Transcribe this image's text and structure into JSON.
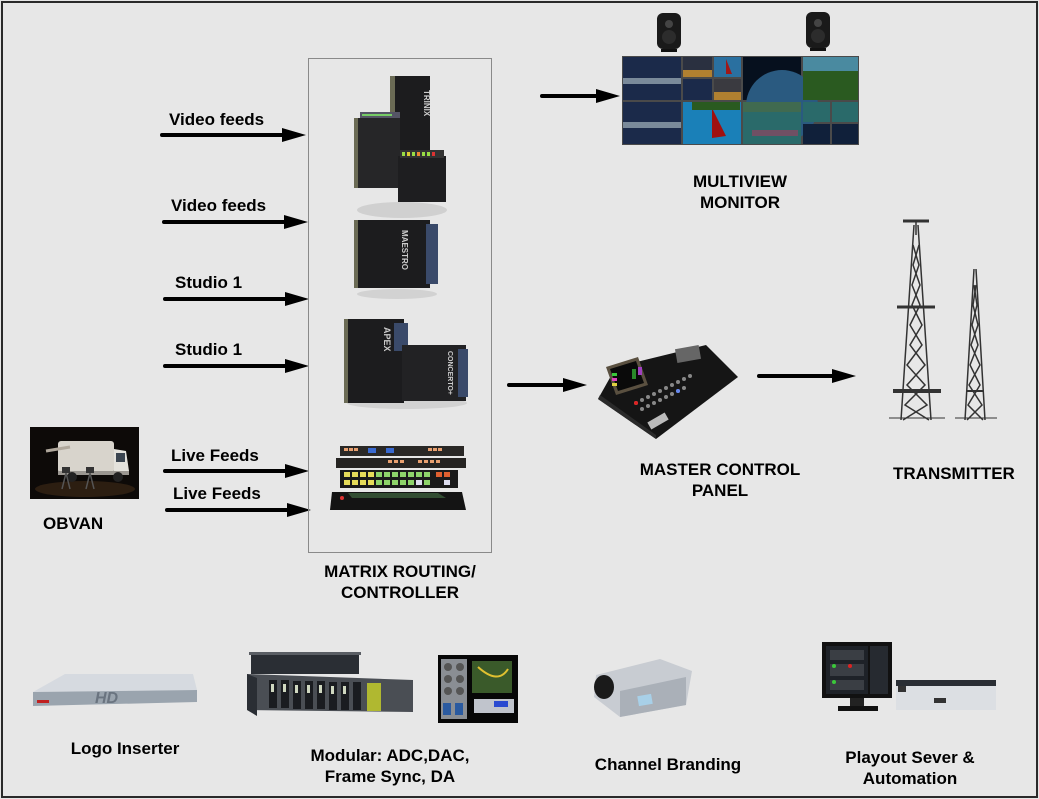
{
  "diagram": {
    "title": "Broadcast signal chain",
    "inputs": [
      {
        "label": "Video feeds"
      },
      {
        "label": "Video feeds"
      },
      {
        "label": "Studio 1"
      },
      {
        "label": "Studio 1"
      },
      {
        "label": "Live Feeds"
      },
      {
        "label": "Live Feeds"
      }
    ],
    "obvan": {
      "label": "OBVAN"
    },
    "matrix": {
      "label_line1": "MATRIX ROUTING/",
      "label_line2": "CONTROLLER",
      "products": [
        "TRINIX",
        "MAESTRO",
        "APEX",
        "CONCERTO+"
      ]
    },
    "multiview": {
      "label_line1": "MULTIVIEW",
      "label_line2": "MONITOR"
    },
    "master_control": {
      "label_line1": "MASTER CONTROL",
      "label_line2": "PANEL"
    },
    "transmitter": {
      "label": "TRANSMITTER"
    },
    "accessories": [
      {
        "label_line1": "Logo Inserter",
        "label_line2": ""
      },
      {
        "label_line1": "Modular: ADC,DAC,",
        "label_line2": "Frame Sync, DA"
      },
      {
        "label_line1": "Channel Branding",
        "label_line2": ""
      },
      {
        "label_line1": "Playout Sever &",
        "label_line2": "Automation"
      }
    ],
    "logo_inserter_badge": "HD",
    "colors": {
      "background": "#e7e7e7",
      "arrow": "#000000",
      "border": "#2a2a2a"
    }
  }
}
